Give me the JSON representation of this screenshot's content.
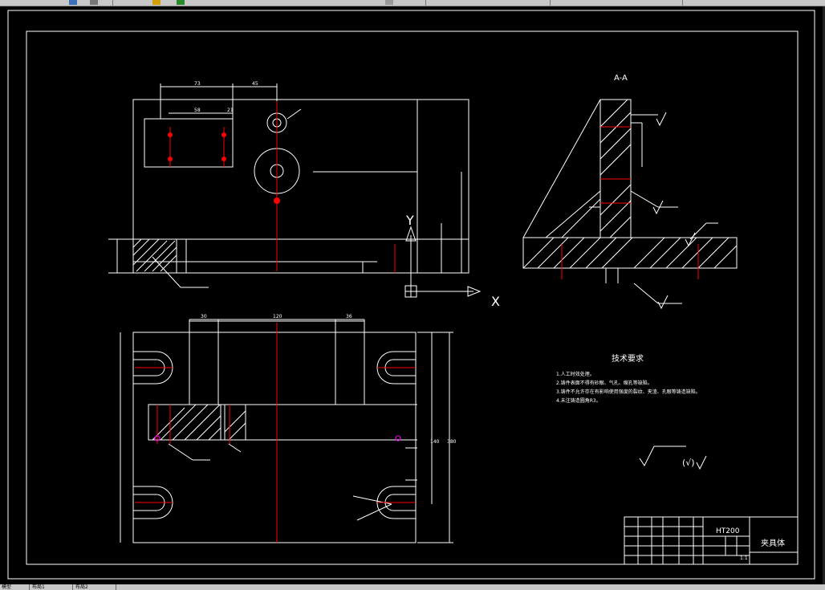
{
  "toolbar": {
    "icons": [
      "save-icon",
      "print-icon",
      "layer-icon",
      "properties-icon",
      "zoom-icon"
    ]
  },
  "drawing": {
    "colors": {
      "line": "#ffffff",
      "centerline": "#ff0000",
      "background": "#000000",
      "point": "#ff00ff"
    },
    "section_label": "A-A",
    "ucs": {
      "x_label": "X",
      "y_label": "Y"
    },
    "tech_title": "技术要求",
    "tech_notes": [
      "1.人工时效处理。",
      "2.铸件表面不得有砂眼、气孔、缩孔等缺陷。",
      "3.铸件不允许存在有影响使用强度的裂纹、夹渣、孔眼等铸造缺陷。",
      "4.未注铸造圆角R3。"
    ],
    "roughness_symbol": "(√)",
    "title_block": {
      "material": "HT200",
      "name": "夹具体",
      "scale": "1:1"
    },
    "dims": {
      "top_73": "73",
      "top_45": "45",
      "top_58": "58",
      "top_21": "21",
      "bot_30": "30",
      "bot_120": "120",
      "bot_36": "36",
      "right_140": "140",
      "right_380": "380"
    }
  },
  "status": {
    "tabs": [
      "模型",
      "布局1",
      "布局2"
    ]
  }
}
